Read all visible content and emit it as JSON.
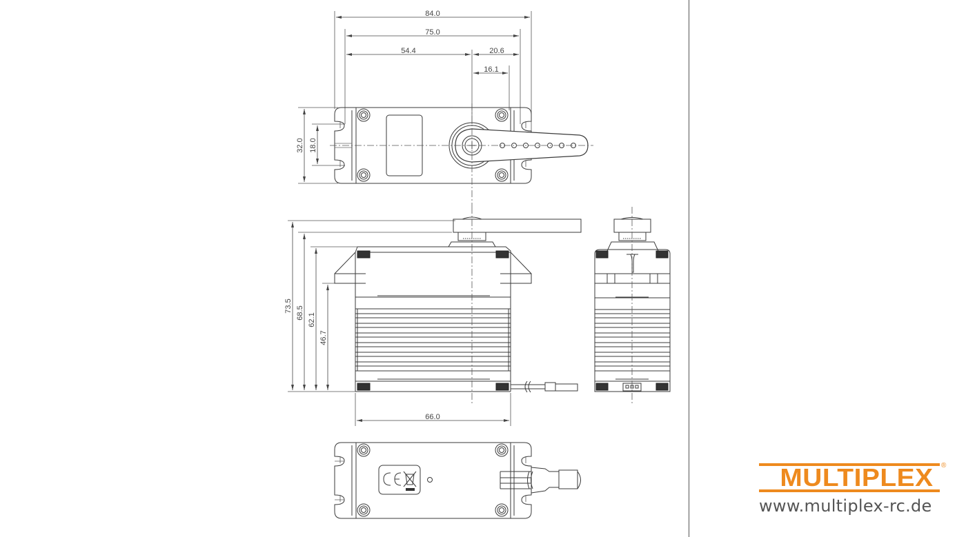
{
  "drawing": {
    "subject": "servo technical drawing",
    "units": "mm",
    "top_view": {
      "dimensions": {
        "overall_length": "84.0",
        "mount_hole_spacing": "75.0",
        "hole_to_shaft": "54.4",
        "shaft_to_hole": "20.6",
        "shaft_to_case_edge": "16.1",
        "width": "32.0",
        "mount_hole_vertical_spacing": "18.0"
      }
    },
    "side_view": {
      "dimensions": {
        "height_with_horn": "73.5",
        "height_to_spline": "68.5",
        "case_height": "62.1",
        "height_to_mount_flange": "46.7",
        "case_length": "66.0"
      }
    },
    "end_view": {},
    "bottom_view": {
      "markings": [
        "CE",
        "WEEE"
      ]
    }
  },
  "brand": {
    "name": "MULTIPLEX",
    "registered": "®",
    "url": "www.multiplex-rc.de",
    "color": "#ee8a1e"
  },
  "colors": {
    "line": "#3a3a3a",
    "text": "#444444",
    "background": "#ffffff"
  }
}
